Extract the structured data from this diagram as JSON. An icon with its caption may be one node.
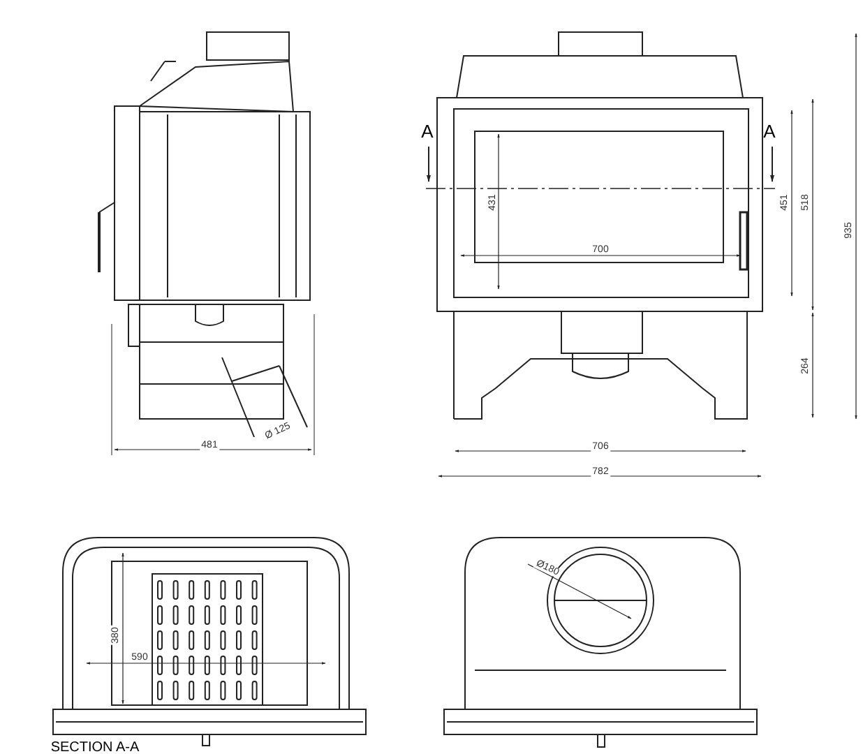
{
  "diagram": {
    "labels": [
      "A",
      "A",
      "431",
      "700",
      "451",
      "518",
      "935",
      "264",
      "Ø 125",
      "481",
      "706",
      "782",
      "380",
      "590",
      "Ø180",
      "SECTION A-A"
    ]
  }
}
